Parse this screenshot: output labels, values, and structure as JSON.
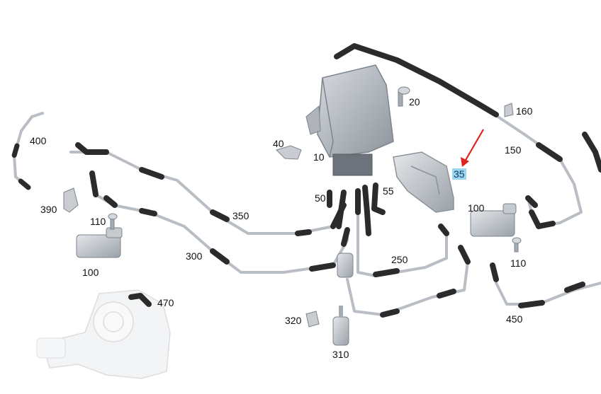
{
  "diagram": {
    "highlight_color": "#9fd6ef",
    "arrow_color": "#e0221d",
    "part_color": "#b9bec4",
    "hose_color": "#2b2b2b",
    "labels": {
      "p10": "10",
      "p20": "20",
      "p35": "35",
      "p40": "40",
      "p50": "50",
      "p55": "55",
      "p100a": "100",
      "p100b": "100",
      "p110a": "110",
      "p110b": "110",
      "p150": "150",
      "p160": "160",
      "p250": "250",
      "p300": "300",
      "p310": "310",
      "p320": "320",
      "p350": "350",
      "p390": "390",
      "p400": "400",
      "p450": "450",
      "p470": "470"
    },
    "highlighted_part": "p35"
  }
}
